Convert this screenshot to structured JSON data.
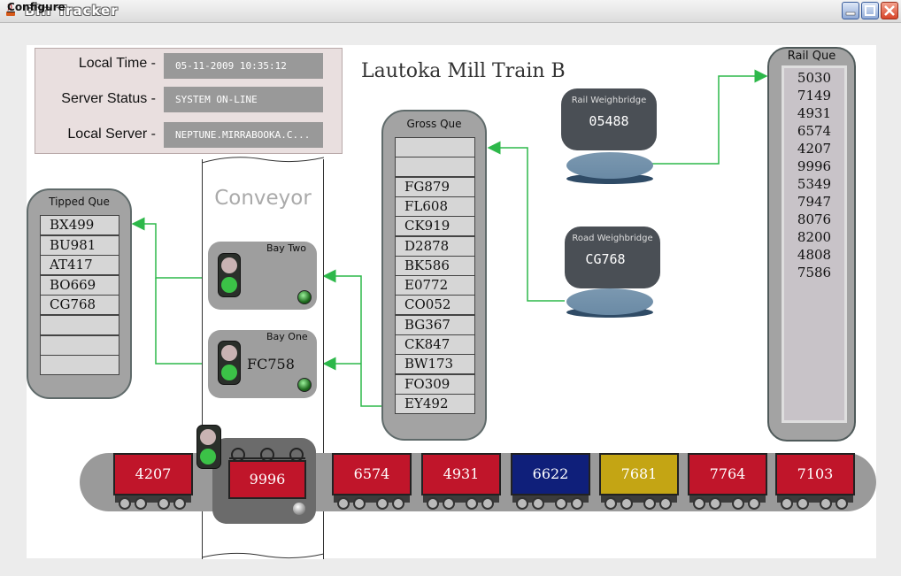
{
  "window": {
    "title": "Bin Tracker"
  },
  "menu": {
    "configure": "Configure"
  },
  "info": {
    "local_time_label": "Local Time -",
    "local_time": "05-11-2009 10:35:12",
    "server_status_label": "Server Status -",
    "server_status": "SYSTEM ON-LINE",
    "local_server_label": "Local Server -",
    "local_server": "NEPTUNE.MIRRABOOKA.C..."
  },
  "mill_title": "Lautoka Mill Train B",
  "tipped_que": {
    "title": "Tipped Que",
    "items": [
      "BX499",
      "BU981",
      "AT417",
      "BO669",
      "CG768",
      "",
      "",
      ""
    ]
  },
  "conveyor": {
    "title": "Conveyor"
  },
  "bay_two": {
    "label": "Bay Two",
    "bin": ""
  },
  "bay_one": {
    "label": "Bay One",
    "bin": "FC758"
  },
  "dump_bin": "9996",
  "gross_que": {
    "title": "Gross Que",
    "items": [
      "",
      "",
      "FG879",
      "FL608",
      "CK919",
      "D2878",
      "BK586",
      "E0772",
      "CO052",
      "BG367",
      "CK847",
      "BW173",
      "FO309",
      "EY492"
    ]
  },
  "rail_weighbridge": {
    "label": "Rail Weighbridge",
    "value": "05488"
  },
  "road_weighbridge": {
    "label": "Road Weighbridge",
    "value": "CG768"
  },
  "rail_que": {
    "title": "Rail Que",
    "items": [
      "5030",
      "7149",
      "4931",
      "6574",
      "4207",
      "9996",
      "5349",
      "7947",
      "8076",
      "8200",
      "4808",
      "7586"
    ]
  },
  "train": [
    {
      "id": "4207",
      "color": "#c0152a"
    },
    {
      "id": "6574",
      "color": "#c0152a"
    },
    {
      "id": "4931",
      "color": "#c0152a"
    },
    {
      "id": "6622",
      "color": "#0f1f7a"
    },
    {
      "id": "7681",
      "color": "#c4a514"
    },
    {
      "id": "7764",
      "color": "#c0152a"
    },
    {
      "id": "7103",
      "color": "#c0152a"
    }
  ],
  "colors": {
    "arrow": "#2db84a",
    "wagon_red": "#c0152a"
  }
}
